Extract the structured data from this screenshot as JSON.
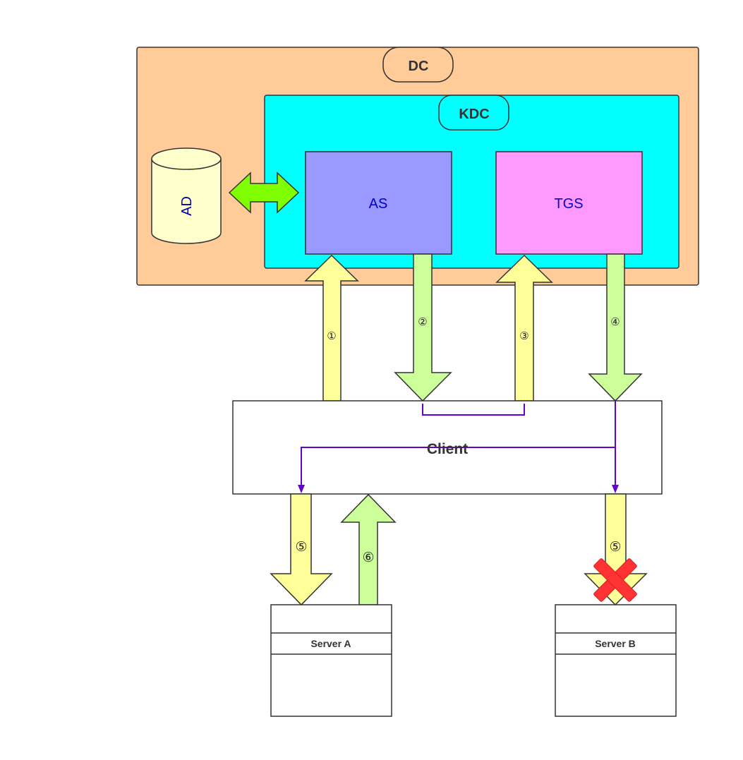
{
  "dc": {
    "label": "DC"
  },
  "kdc": {
    "label": "KDC"
  },
  "ad": {
    "label": "AD"
  },
  "as": {
    "label": "AS"
  },
  "tgs": {
    "label": "TGS"
  },
  "client": {
    "label": "Client"
  },
  "servers": {
    "a": {
      "label": "Server A"
    },
    "b": {
      "label": "Server B"
    }
  },
  "steps": {
    "s1": "①",
    "s2": "②",
    "s3": "③",
    "s4": "④",
    "s5a": "⑤",
    "s6": "⑥",
    "s5b": "⑤"
  },
  "colors": {
    "dc_fill": "#ffcb99",
    "kdc_fill": "#00ffff",
    "as_fill": "#9999ff",
    "tgs_fill": "#ff99ff",
    "ad_fill": "#ffffcc",
    "arrow_yellow": "#ffff99",
    "arrow_green": "#ccff99",
    "bidir_arrow": "#80ff00",
    "connector": "#6600cc",
    "cross": "#ff3333",
    "label_blue": "#0000cc",
    "label_dark": "#333333"
  }
}
